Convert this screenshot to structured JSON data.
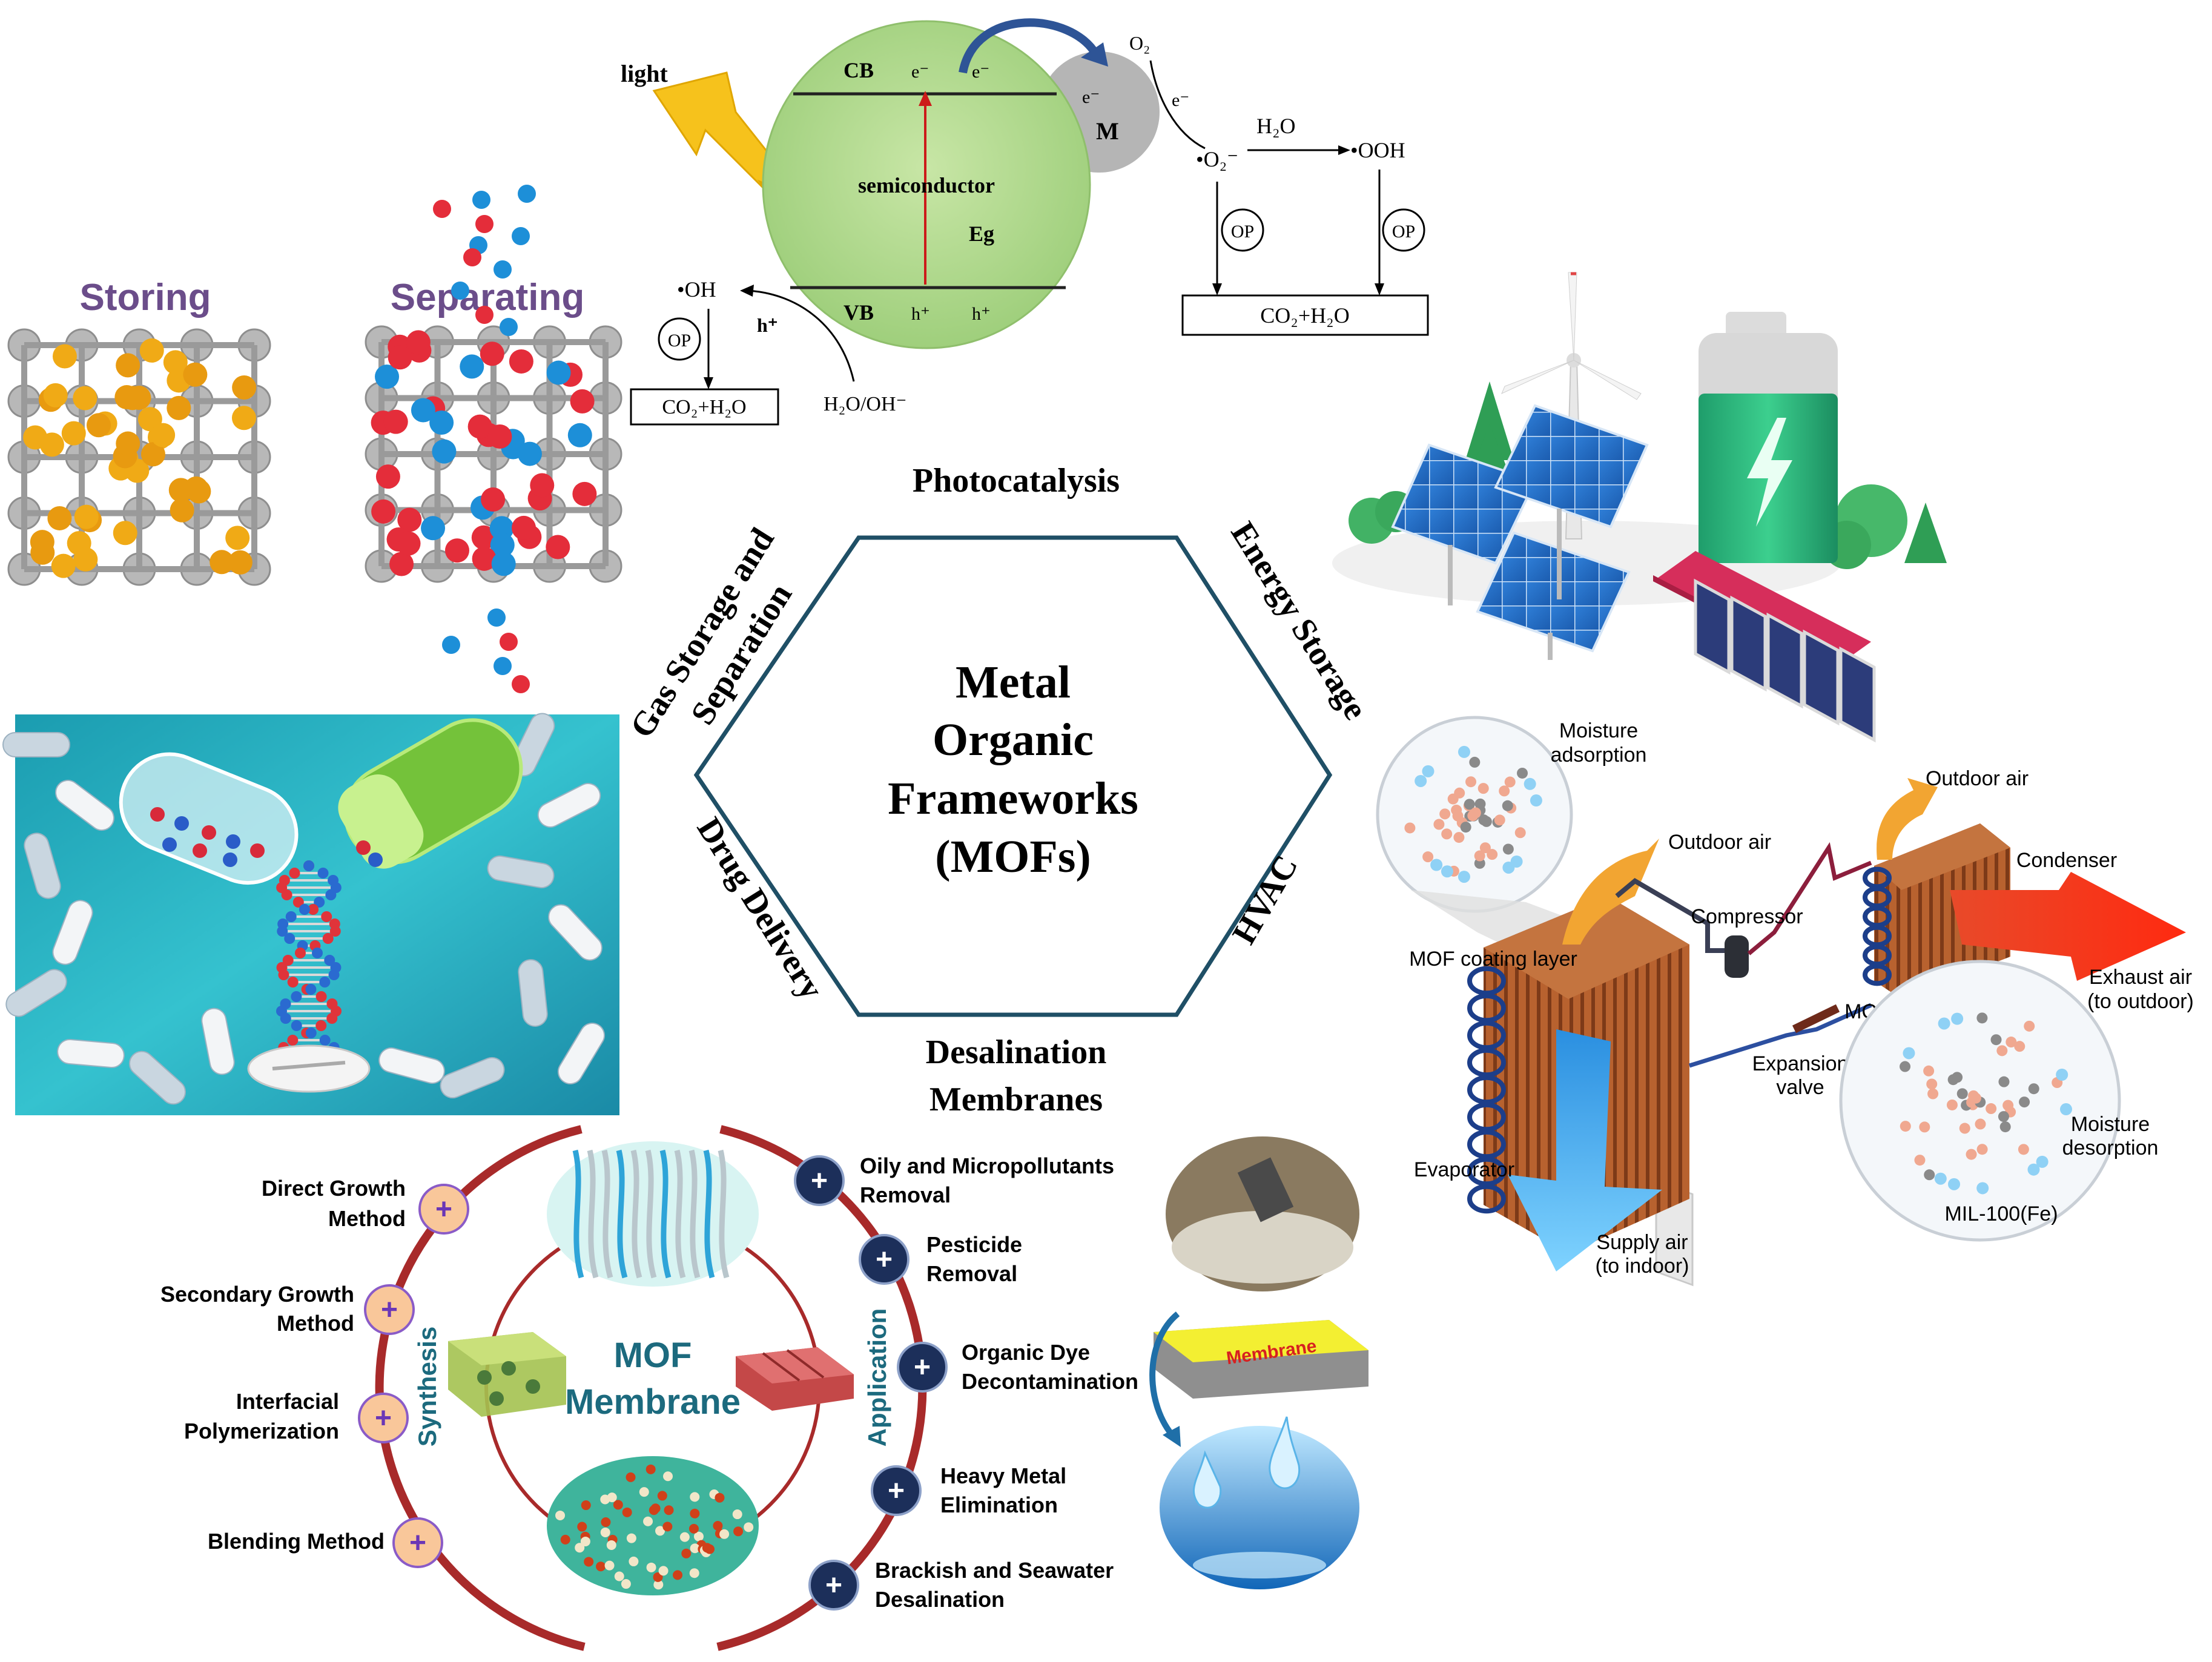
{
  "center": {
    "title_line1": "Metal",
    "title_line2": "Organic",
    "title_line3": "Frameworks",
    "title_line4": "(MOFs)"
  },
  "hexagon_labels": {
    "top": "Photocatalysis",
    "upper_right": "Energy Storage",
    "lower_right": "HVAC",
    "bottom_line1": "Desalination",
    "bottom_line2": "Membranes",
    "lower_left": "Drug Delivery",
    "upper_left_line1": "Gas Storage and",
    "upper_left_line2": "Separation"
  },
  "gas_panel": {
    "storing": "Storing",
    "separating": "Separating"
  },
  "photocatalysis_panel": {
    "light": "light",
    "cb": "CB",
    "vb": "VB",
    "semiconductor": "semiconductor",
    "eg": "Eg",
    "m": "M",
    "e_minus": "e⁻",
    "h_plus": "h⁺",
    "o2": "O₂",
    "o2_radical": "•O₂⁻",
    "h2o": "H₂O",
    "ooh": "•OOH",
    "oh": "•OH",
    "op": "OP",
    "co2h2o": "CO₂+H₂O",
    "h2o_oh": "H₂O/OH⁻"
  },
  "hvac_panel": {
    "moisture_adsorption_l1": "Moisture",
    "moisture_adsorption_l2": "adsorption",
    "outdoor_air_top": "Outdoor air",
    "outdoor_air_left": "Outdoor air",
    "condenser": "Condenser",
    "compressor": "Compressor",
    "mof_coating_left": "MOF coating layer",
    "mof_coating_right": "MOF coating layer",
    "exhaust_l1": "Exhaust air",
    "exhaust_l2": "(to outdoor)",
    "expansion_l1": "Expansion",
    "expansion_l2": "valve",
    "evaporator": "Evaporator",
    "moisture_desorption_l1": "Moisture",
    "moisture_desorption_l2": "desorption",
    "supply_l1": "Supply air",
    "supply_l2": "(to indoor)",
    "mil": "MIL-100(Fe)"
  },
  "membrane_panel": {
    "mof": "MOF",
    "membrane": "Membrane",
    "synthesis": "Synthesis",
    "application": "Application",
    "membrane_tag": "Membrane",
    "plus": "+",
    "synthesis_methods": [
      {
        "l1": "Direct Growth",
        "l2": "Method"
      },
      {
        "l1": "Secondary Growth",
        "l2": "Method"
      },
      {
        "l1": "Interfacial",
        "l2": "Polymerization"
      },
      {
        "l1": "Blending Method",
        "l2": ""
      }
    ],
    "applications": [
      {
        "l1": "Oily and Micropollutants",
        "l2": "Removal"
      },
      {
        "l1": "Pesticide",
        "l2": "Removal"
      },
      {
        "l1": "Organic Dye",
        "l2": "Decontamination"
      },
      {
        "l1": "Heavy Metal",
        "l2": "Elimination"
      },
      {
        "l1": "Brackish and Seawater",
        "l2": "Desalination"
      }
    ]
  }
}
